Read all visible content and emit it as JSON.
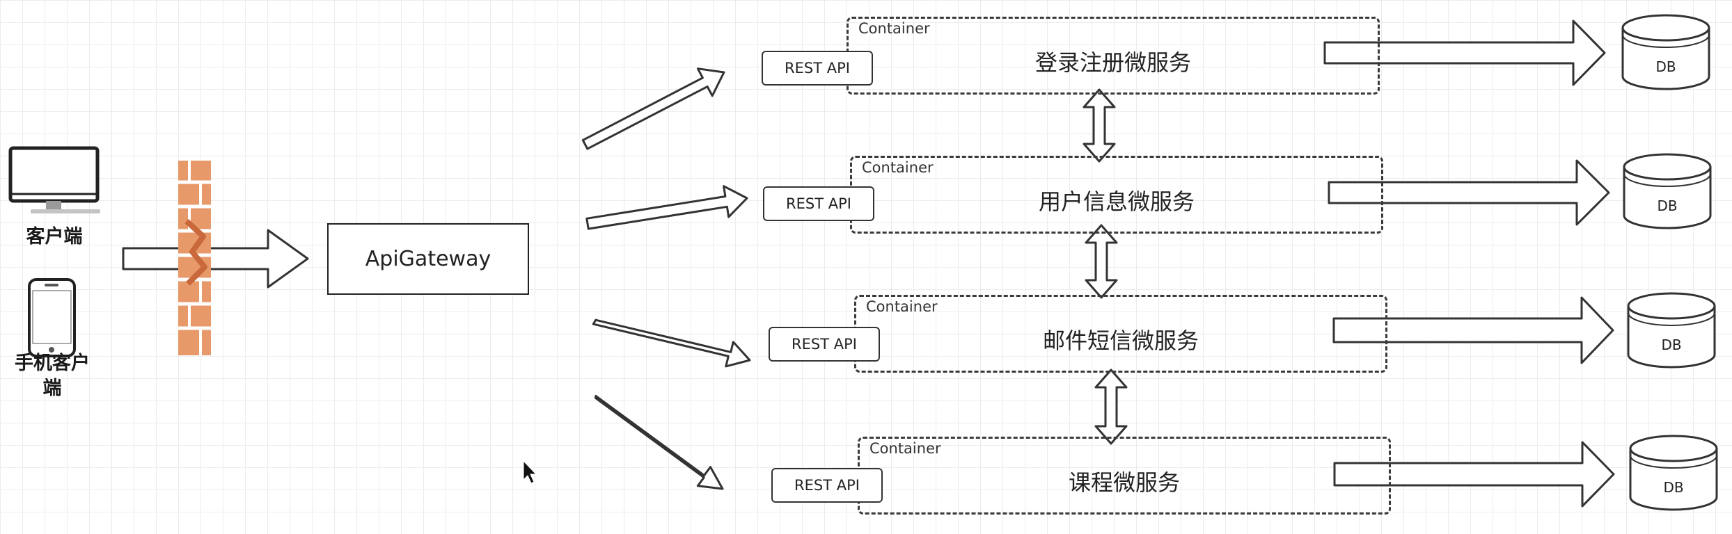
{
  "clients": {
    "desktop_label": "客户端",
    "mobile_label_line1": "手机客户",
    "mobile_label_line2": "端"
  },
  "gateway": {
    "label": "ApiGateway"
  },
  "services": [
    {
      "container": "Container",
      "name": "登录注册微服务",
      "api": "REST API",
      "db": "DB"
    },
    {
      "container": "Container",
      "name": "用户信息微服务",
      "api": "REST API",
      "db": "DB"
    },
    {
      "container": "Container",
      "name": "邮件短信微服务",
      "api": "REST API",
      "db": "DB"
    },
    {
      "container": "Container",
      "name": "课程微服务",
      "api": "REST API",
      "db": "DB"
    }
  ],
  "colors": {
    "firewall": "#e8996a",
    "firewall_dark": "#c9683a",
    "stroke": "#333333",
    "grid": "#ececec"
  },
  "icons": [
    "desktop-monitor-icon",
    "smartphone-icon",
    "firewall-icon",
    "database-icon",
    "mouse-cursor-icon"
  ]
}
